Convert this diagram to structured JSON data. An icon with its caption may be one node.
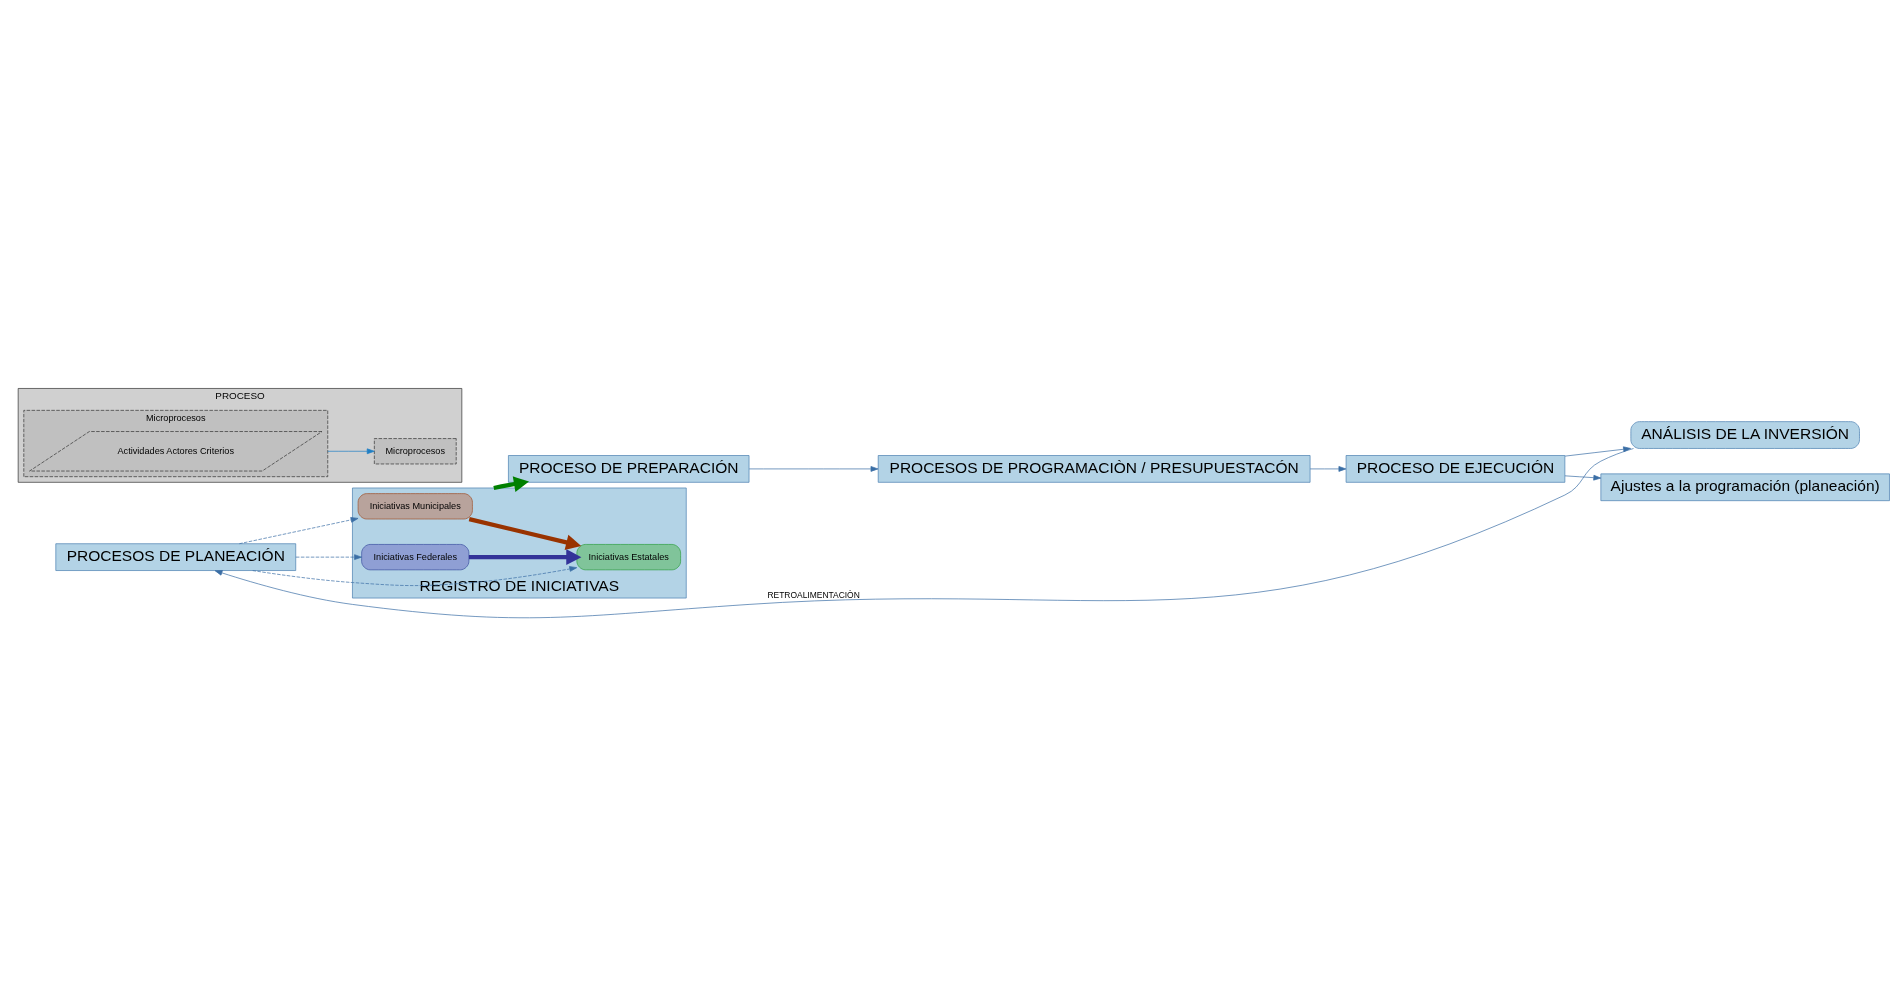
{
  "diagram": {
    "nodes": [
      {
        "text": [
          "PROCESOS DE PLANEACIÓN"
        ]
      },
      {
        "text": [
          "REGISTRO DE INICIATIVAS"
        ]
      },
      {
        "text": [
          "Iniciativas Municipales"
        ],
        "in": 1
      },
      {
        "text": [
          "Iniciativas Estatales"
        ],
        "in": 1
      },
      {
        "text": [
          "Iniciativas Federales"
        ],
        "in": 1
      },
      {
        "text": [
          "PROCESO DE PREPARACIÓN"
        ]
      },
      {
        "text": [
          "PROCESOS DE PROGRAMACIÒN / PRESUPUESTACÓN"
        ]
      },
      {
        "text": [
          "PROCESO DE EJECUCIÓN"
        ]
      },
      {
        "text": [
          "Ajustes a la programación (planeación)"
        ]
      },
      {
        "text": [
          "ANÁLISIS DE LA INVERSIÓN"
        ]
      },
      {
        "text": [
          "PROCESO"
        ]
      },
      {
        "text": [
          "Microprocesos"
        ],
        "in": 10
      },
      {
        "text": [
          "Actividades Actores Criterios"
        ],
        "in": 11
      },
      {
        "text": [
          "Microprocesos"
        ],
        "in": 10
      }
    ],
    "edges": [
      {
        "from": 0,
        "to": 2,
        "arrow": "to",
        "style": "dashed"
      },
      {
        "from": 0,
        "to": 3,
        "arrow": "to",
        "style": "dashed"
      },
      {
        "from": 0,
        "to": 4,
        "arrow": "to",
        "style": "dashed"
      },
      {
        "from": 2,
        "to": 3,
        "arrow": "to",
        "style": "thick",
        "color": "#993300"
      },
      {
        "from": 4,
        "to": 3,
        "arrow": "to",
        "style": "thick",
        "color": "#333399"
      },
      {
        "from": 1,
        "to": 5,
        "arrow": "to",
        "style": "thick",
        "color": "#008000"
      },
      {
        "from": 5,
        "to": 6,
        "arrow": "to"
      },
      {
        "from": 6,
        "to": 7,
        "arrow": "to"
      },
      {
        "from": 7,
        "to": 8,
        "arrow": "to"
      },
      {
        "from": 7,
        "to": 9,
        "arrow": "to"
      },
      {
        "from": 9,
        "to": 0,
        "arrow": "to",
        "label": "RETROALIMENTACIÒN"
      },
      {
        "from": 11,
        "to": 13,
        "arrow": "to",
        "color": "#1f7fc4"
      }
    ]
  }
}
